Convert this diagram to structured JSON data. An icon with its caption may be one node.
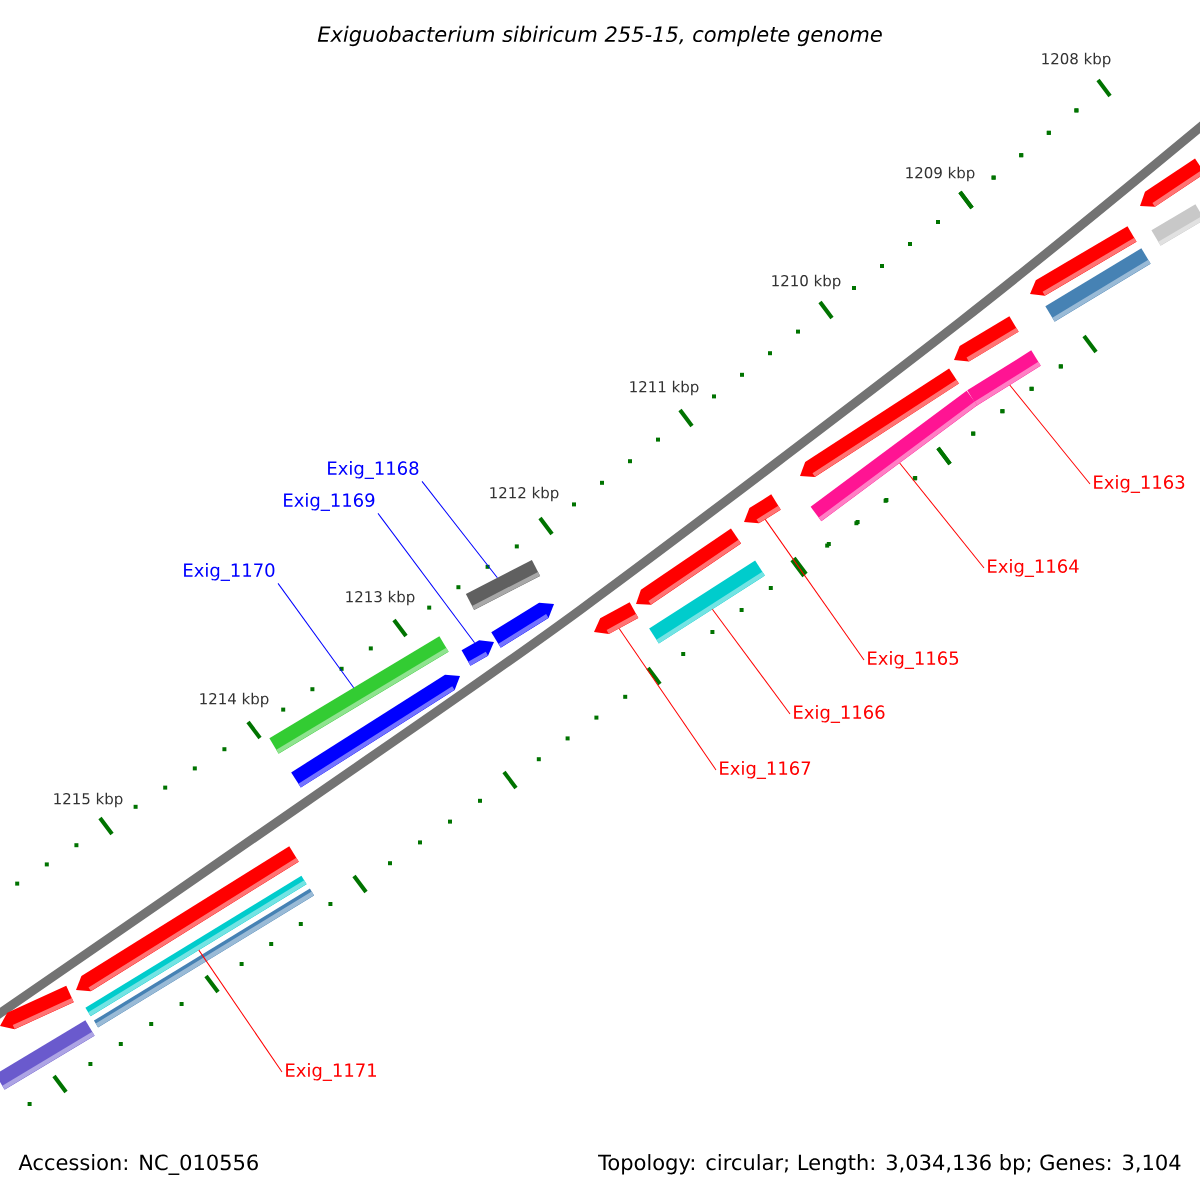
{
  "diagram": {
    "title": "Exiguobacterium sibiricum 255-15, complete genome",
    "nodes": [
      {
        "text": [],
        "shape": "bar"
      },
      {
        "text": [],
        "shape": "bar"
      },
      {
        "text": [],
        "shape": "bar"
      },
      {
        "text": [],
        "shape": "bar"
      },
      {
        "text": [],
        "shape": "bar"
      },
      {
        "text": [],
        "shape": "bar"
      },
      {
        "text": [],
        "shape": "bar"
      },
      {
        "text": [],
        "shape": "bar"
      },
      {
        "text": [],
        "shape": "bar"
      },
      {
        "text": [],
        "shape": "bar"
      },
      {
        "text": [],
        "shape": "bar"
      },
      {
        "text": [],
        "shape": "bar"
      },
      {
        "text": [],
        "shape": "bar"
      },
      {
        "text": [],
        "shape": "bar"
      },
      {
        "text": [],
        "shape": "bar"
      },
      {
        "text": [],
        "shape": "bar"
      },
      {
        "text": [],
        "shape": "bar"
      },
      {
        "text": [],
        "shape": "bar"
      },
      {
        "text": [],
        "shape": "bar"
      },
      {
        "text": [],
        "shape": "bar"
      },
      {
        "text": [],
        "shape": "bar"
      },
      {
        "text": [],
        "shape": "bar"
      },
      {
        "text": [
          "Exig_1168"
        ]
      },
      {
        "text": [
          "Exig_1163"
        ]
      },
      {
        "text": [
          "Exig_1169"
        ]
      },
      {
        "text": [
          "Exig_1164"
        ]
      },
      {
        "text": [
          "Exig_1170"
        ]
      },
      {
        "text": [
          "Exig_1165"
        ]
      },
      {
        "text": [
          "Exig_1166"
        ]
      },
      {
        "text": [
          "Exig_1167"
        ]
      },
      {
        "text": [
          "Exig_1171"
        ]
      }
    ],
    "edges": [
      {
        "from": 22,
        "to": 9,
        "arrow": "none",
        "color": "#0000ff"
      },
      {
        "from": 23,
        "to": 5,
        "arrow": "none"
      },
      {
        "from": 24,
        "to": 14,
        "arrow": "none",
        "color": "#0000ff"
      },
      {
        "from": 25,
        "to": 7,
        "arrow": "none"
      },
      {
        "from": 26,
        "to": 15,
        "arrow": "none",
        "color": "#0000ff"
      },
      {
        "from": 27,
        "to": 8,
        "arrow": "none"
      },
      {
        "from": 28,
        "to": 12,
        "arrow": "none"
      },
      {
        "from": 29,
        "to": 13,
        "arrow": "none"
      },
      {
        "from": 30,
        "to": 18,
        "arrow": "none"
      }
    ],
    "labels": [
      "1208 kbp",
      "1209 kbp",
      "1210 kbp",
      "1211 kbp",
      "1212 kbp",
      "1213 kbp",
      "1214 kbp",
      "1215 kbp",
      "Accession: NC_010556",
      "Topology: circular; Length: 3,034,136 bp; Genes: 3,104"
    ]
  }
}
